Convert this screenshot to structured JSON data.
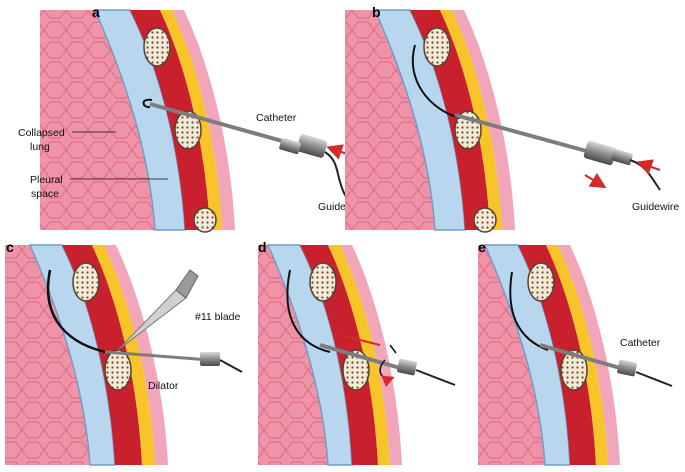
{
  "panels": [
    {
      "letter": "a",
      "labels": {
        "catheter": "Catheter",
        "guidewire": "Guidewire",
        "collapsed_lung": [
          "Collapsed",
          "lung"
        ],
        "pleural_space": [
          "Pleural",
          "space"
        ]
      }
    },
    {
      "letter": "b",
      "labels": {
        "guidewire": "Guidewire"
      }
    },
    {
      "letter": "c",
      "labels": {
        "blade": "#11 blade",
        "dilator": "Dilator"
      }
    },
    {
      "letter": "d",
      "labels": {}
    },
    {
      "letter": "e",
      "labels": {
        "catheter": "Catheter"
      }
    }
  ],
  "colors": {
    "lung": "#ef8fa5",
    "lung_cell": "#e56f8c",
    "pleura": "#b9d6ef",
    "pleura_edge": "#6f9fc9",
    "muscle": "#c8202c",
    "fat": "#f7c52a",
    "skin": "#f2a6b9",
    "rib": "#f4ead4",
    "device": "#8a8a8a",
    "arrow": "#d42a2a"
  }
}
